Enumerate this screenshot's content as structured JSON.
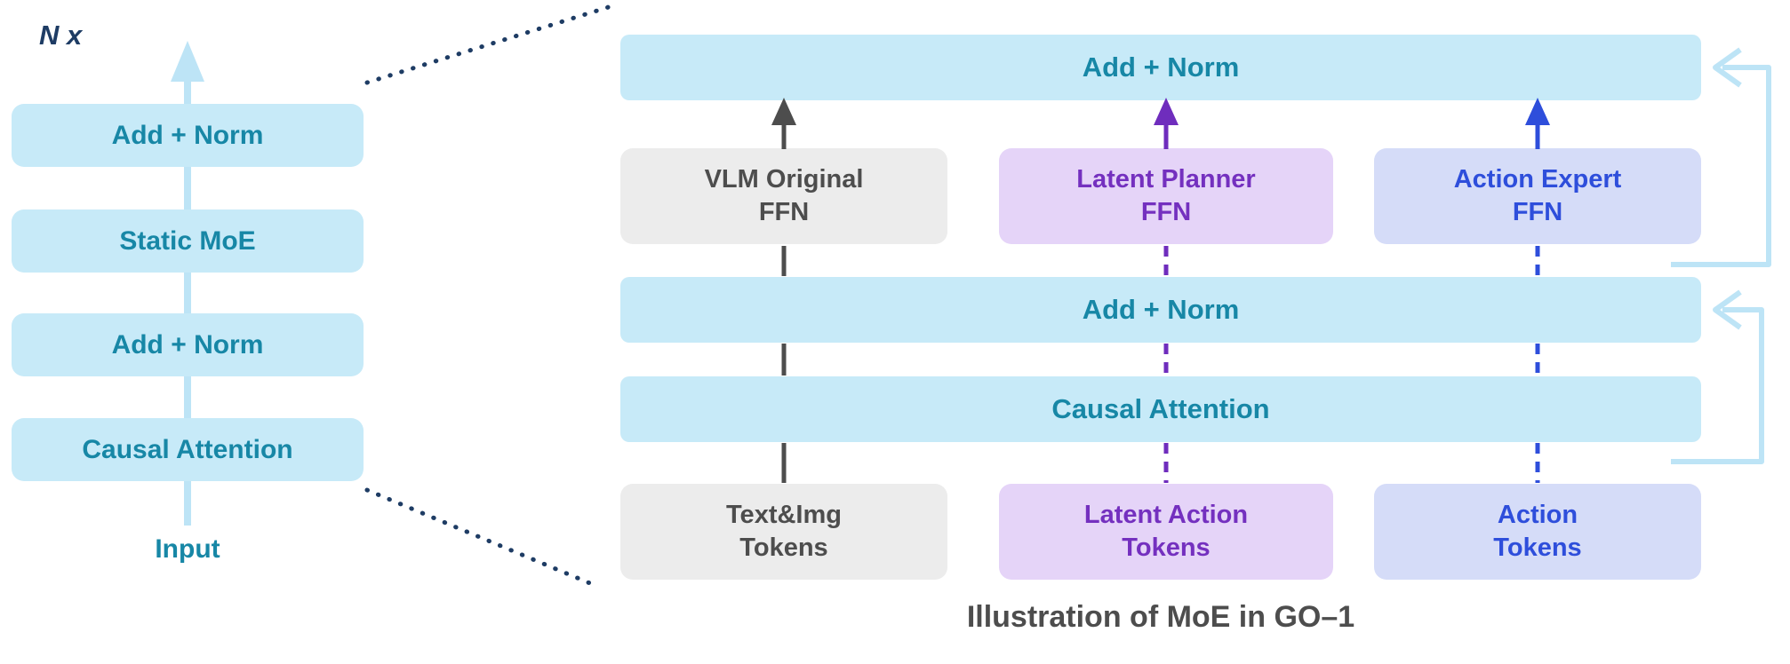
{
  "diagram": {
    "repeat_label": "N x",
    "caption": "Illustration of MoE in GO–1",
    "left_stack": {
      "blocks": [
        {
          "label": "Add + Norm"
        },
        {
          "label": "Static MoE"
        },
        {
          "label": "Add + Norm"
        },
        {
          "label": "Causal Attention"
        }
      ],
      "input_label": "Input"
    },
    "right_panel": {
      "top_add_norm": "Add + Norm",
      "mid_add_norm": "Add + Norm",
      "causal_attention": "Causal Attention",
      "experts": [
        {
          "line1": "VLM Original",
          "line2": "FFN"
        },
        {
          "line1": "Latent Planner",
          "line2": "FFN"
        },
        {
          "line1": "Action Expert",
          "line2": "FFN"
        }
      ],
      "tokens": [
        {
          "line1": "Text&Img",
          "line2": "Tokens"
        },
        {
          "line1": "Latent Action",
          "line2": "Tokens"
        },
        {
          "line1": "Action",
          "line2": "Tokens"
        }
      ]
    },
    "colors": {
      "light_blue_fill": "#C7EAF8",
      "teal_text": "#1787A6",
      "gray_fill": "#ECECEC",
      "gray_text": "#4D4D4D",
      "purple_fill": "#E5D4F8",
      "purple_text": "#7430BF",
      "lavender_fill": "#D5DCF8",
      "blue_text": "#2E4EDB",
      "light_blue_arrow": "#BDE4F6",
      "dotted_line": "#1E3C64"
    }
  }
}
